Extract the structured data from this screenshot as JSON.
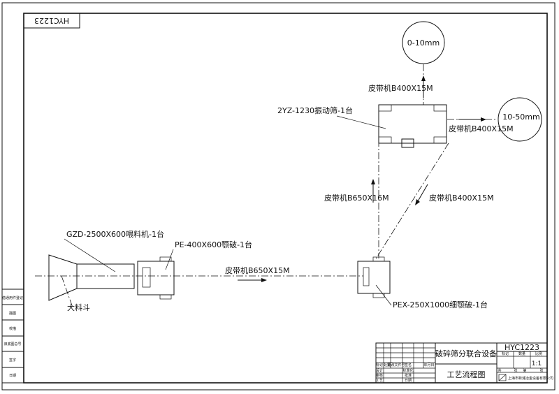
{
  "drawing_code": "HYC1223",
  "drawing_code_mirrored": "HYC1223",
  "screen_size": {
    "fine": "0-10mm",
    "coarse": "10-50mm"
  },
  "equipment": {
    "hopper": "大料斗",
    "feeder": "GZD-2500X600喂料机-1台",
    "jaw_crusher": "PE-400X600颚破-1台",
    "fine_jaw_crusher": "PEX-250X1000细颚破-1台",
    "vibrating_screen": "2YZ-1230振动筛-1台"
  },
  "conveyors": {
    "main": "皮带机B650X15M",
    "lift": "皮带机B650X16M",
    "return": "皮带机B400X15M",
    "screen_right": "皮带机B400X15M",
    "screen_top": "皮带机B400X15M"
  },
  "left_margin_labels": [
    "借通用件登记",
    "描图",
    "校描",
    "旧底图总号",
    "签字",
    "日期"
  ],
  "title_block": {
    "project_name": "破碎筛分联合设备",
    "drawing_title": "工艺流程图",
    "drawing_number": "HYC1223",
    "scale": "1:1",
    "company": "上海市新浦冶金设备有限公司",
    "headers": [
      "标记",
      "数量",
      "比例"
    ],
    "sheet_labels": [
      "共",
      "张",
      "第",
      "张"
    ],
    "revision_headers": [
      "标记",
      "处数",
      "更改文件号",
      "签名",
      "年月日"
    ],
    "role_labels": [
      "设计",
      "审核",
      "工艺",
      "标准化",
      "批准",
      "日期"
    ]
  }
}
